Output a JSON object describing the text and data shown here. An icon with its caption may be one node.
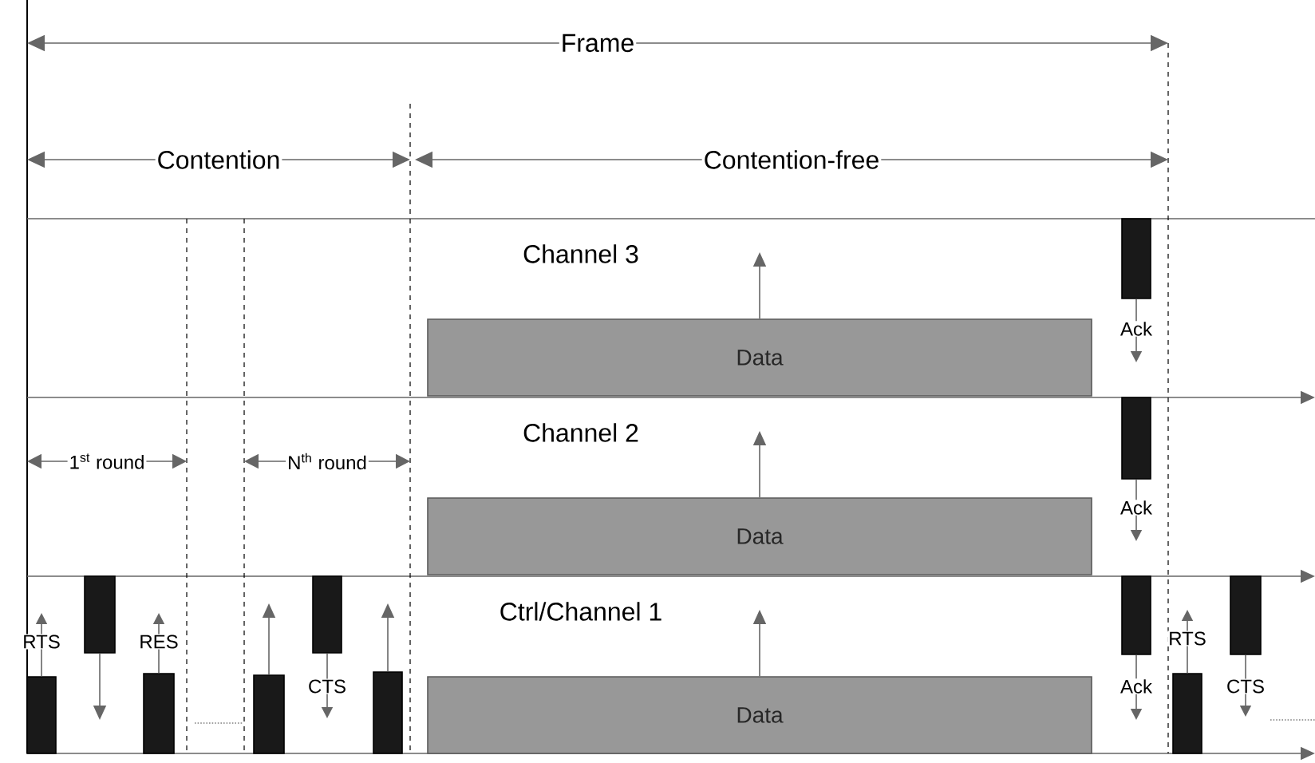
{
  "diagram": {
    "nodes": [
      {
        "text": [
          "Data"
        ]
      },
      {
        "text": [
          "Data"
        ]
      },
      {
        "text": [
          "Data"
        ]
      },
      {
        "text": [],
        "shape": "bar"
      },
      {
        "text": [],
        "shape": "bar"
      },
      {
        "text": [],
        "shape": "bar"
      },
      {
        "text": [],
        "shape": "bar"
      },
      {
        "text": [],
        "shape": "bar"
      },
      {
        "text": [],
        "shape": "bar"
      },
      {
        "text": [],
        "shape": "bar"
      },
      {
        "text": [],
        "shape": "bar"
      },
      {
        "text": [],
        "shape": "bar"
      },
      {
        "text": [],
        "shape": "bar"
      },
      {
        "text": [],
        "shape": "bar"
      }
    ],
    "edges": [
      {
        "from": 0,
        "to": null,
        "arrow": "to"
      },
      {
        "from": 1,
        "to": null,
        "arrow": "to"
      },
      {
        "from": 2,
        "to": null,
        "arrow": "to"
      },
      {
        "from": 3,
        "to": null,
        "arrow": "to",
        "label": "RTS"
      },
      {
        "from": 4,
        "to": null,
        "arrow": "to"
      },
      {
        "from": 5,
        "to": null,
        "arrow": "to",
        "label": "RES"
      },
      {
        "from": 6,
        "to": null,
        "arrow": "to"
      },
      {
        "from": 7,
        "to": null,
        "arrow": "to",
        "label": "CTS"
      },
      {
        "from": 8,
        "to": null,
        "arrow": "to"
      },
      {
        "from": 9,
        "to": null,
        "arrow": "to",
        "label": "Ack"
      },
      {
        "from": 10,
        "to": null,
        "arrow": "to",
        "label": "Ack"
      },
      {
        "from": 11,
        "to": null,
        "arrow": "to",
        "label": "Ack"
      },
      {
        "from": 12,
        "to": null,
        "arrow": "to",
        "label": "RTS"
      },
      {
        "from": 13,
        "to": null,
        "arrow": "to",
        "label": "CTS"
      }
    ],
    "labels": [
      "Frame",
      "Contention",
      "Contention-free",
      "Channel 3",
      "Channel 2",
      "1$^{st}$ round",
      "N$^{th}$ round",
      "Ctrl/Channel 1"
    ]
  }
}
